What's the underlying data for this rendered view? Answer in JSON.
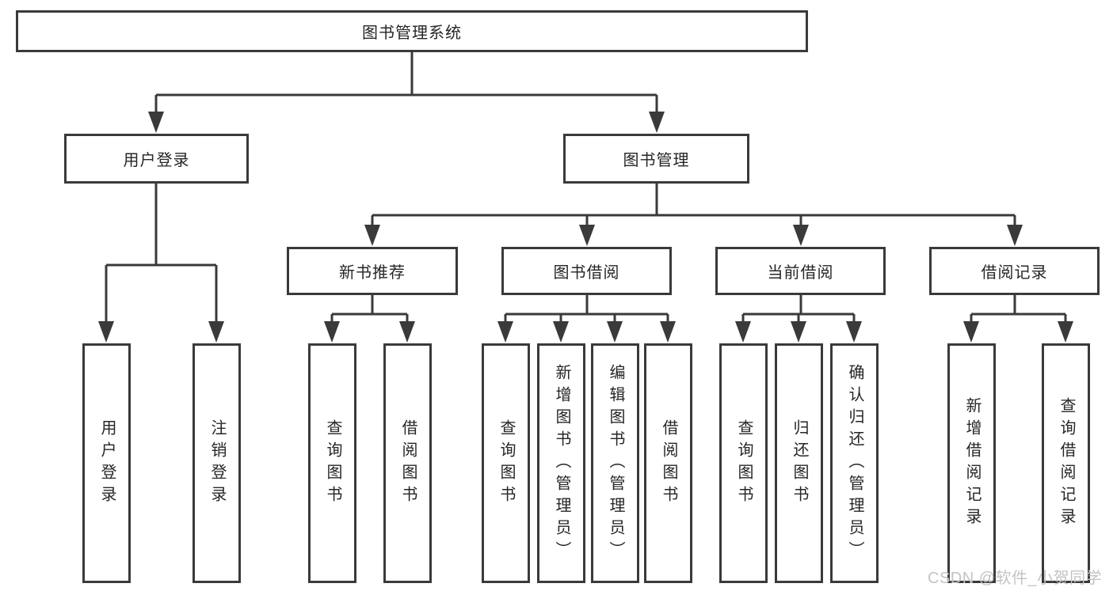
{
  "diagram_type": "hierarchy-tree",
  "colors": {
    "line": "#3a3a3a",
    "text": "#262626",
    "background": "#ffffff",
    "watermark": "#c3c3c3"
  },
  "watermark": "CSDN @软件_小贺同学",
  "tree": {
    "label": "图书管理系统",
    "children": [
      {
        "label": "用户登录",
        "children": [
          {
            "label": "用户登录"
          },
          {
            "label": "注销登录"
          }
        ]
      },
      {
        "label": "图书管理",
        "children": [
          {
            "label": "新书推荐",
            "children": [
              {
                "label": "查询图书"
              },
              {
                "label": "借阅图书"
              }
            ]
          },
          {
            "label": "图书借阅",
            "children": [
              {
                "label": "查询图书"
              },
              {
                "label": "新增图书（管理员）"
              },
              {
                "label": "编辑图书（管理员）"
              },
              {
                "label": "借阅图书"
              }
            ]
          },
          {
            "label": "当前借阅",
            "children": [
              {
                "label": "查询图书"
              },
              {
                "label": "归还图书"
              },
              {
                "label": "确认归还（管理员）"
              }
            ]
          },
          {
            "label": "借阅记录",
            "children": [
              {
                "label": "新增借阅记录"
              },
              {
                "label": "查询借阅记录"
              }
            ]
          }
        ]
      }
    ]
  }
}
